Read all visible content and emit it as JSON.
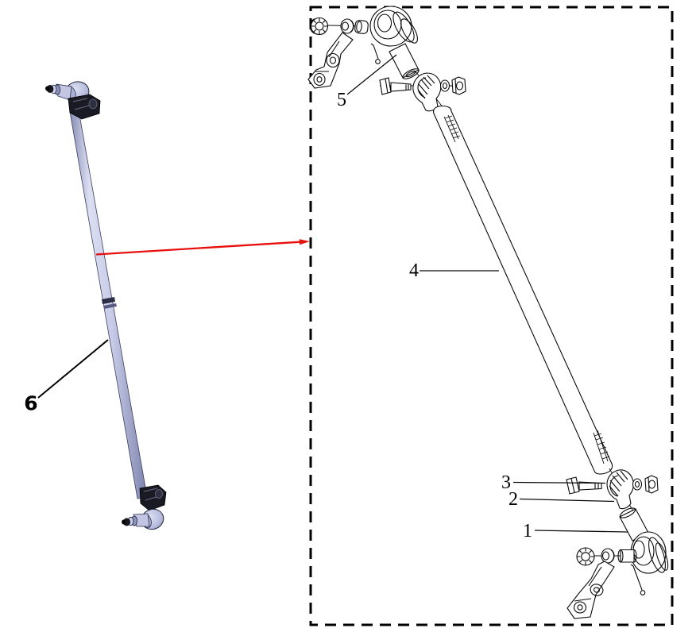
{
  "figure": {
    "type": "exploded-parts-diagram",
    "callouts": [
      {
        "id": "part-1-socket-end",
        "label": "1"
      },
      {
        "id": "part-2-clamp",
        "label": "2"
      },
      {
        "id": "part-3-bolt",
        "label": "3"
      },
      {
        "id": "part-4-tube",
        "label": "4"
      },
      {
        "id": "part-5-tie-rod-end",
        "label": "5"
      },
      {
        "id": "part-6-assembly",
        "label": "6"
      }
    ],
    "colors": {
      "line_art": "#0a0a0a",
      "arrow_red": "#e8100c",
      "rod_highlight": "#dcdff2",
      "rod_light": "#c7cbe7",
      "rod_shadow": "#868cb4",
      "hardware_dark": "#181821",
      "background": "#ffffff"
    }
  }
}
